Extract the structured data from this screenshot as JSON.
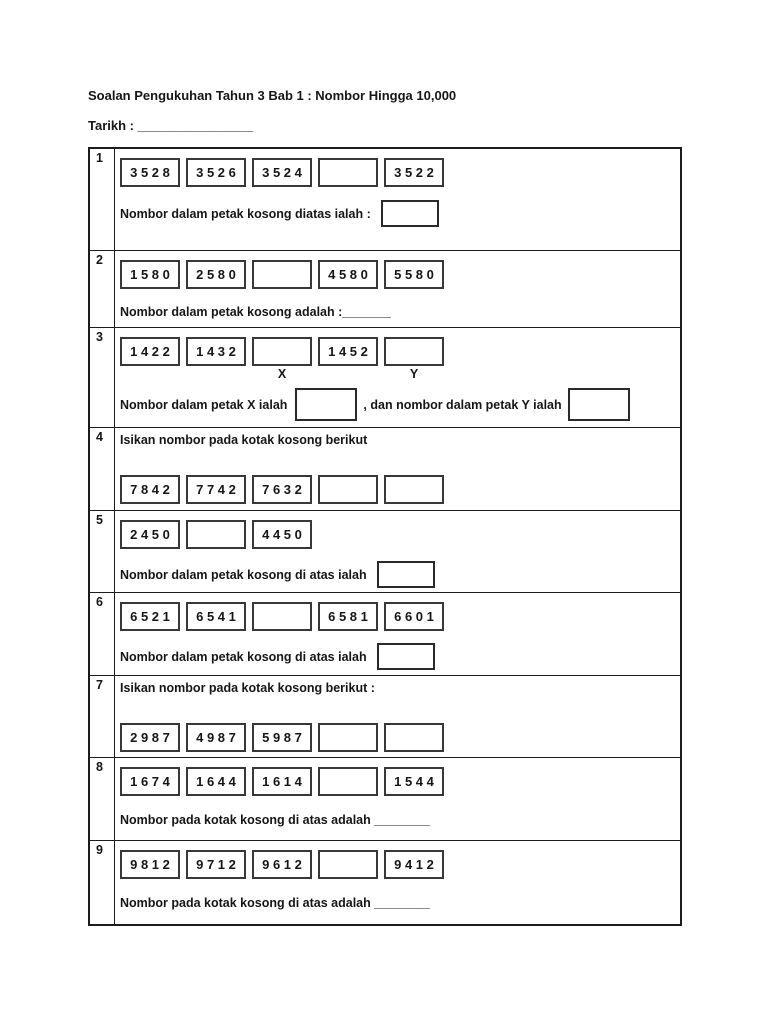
{
  "page": {
    "title": "Soalan Pengukuhan Tahun 3 Bab 1 : Nombor Hingga 10,000",
    "date_line": "Tarikh : ________________"
  },
  "questions": [
    {
      "number": "1",
      "boxes": [
        "3 5 2 8",
        "3 5 2 6",
        "3 5 2 4",
        "",
        "3 5 2 2"
      ],
      "prompt": "Nombor dalam petak kosong diatas ialah :"
    },
    {
      "number": "2",
      "boxes": [
        "1 5 8 0",
        "2 5 8 0",
        "",
        "4 5 8 0",
        "5 5 8 0"
      ],
      "prompt": "Nombor dalam petak kosong adalah :_______"
    },
    {
      "number": "3",
      "boxes": [
        "1 4 2 2",
        "1 4 3 2",
        "",
        "1 4 5 2",
        ""
      ],
      "box_labels": [
        "",
        "",
        "X",
        "",
        "Y"
      ],
      "prompt_part1": "Nombor dalam petak X ialah",
      "prompt_part2": ", dan nombor dalam petak Y ialah"
    },
    {
      "number": "4",
      "instruction": "Isikan nombor pada kotak kosong berikut",
      "boxes": [
        "7 8 4 2",
        "7 7 4 2",
        "7 6 3 2",
        "",
        ""
      ]
    },
    {
      "number": "5",
      "boxes": [
        "2 4 5 0",
        "",
        "4 4 5 0"
      ],
      "prompt": "Nombor dalam petak kosong di atas ialah"
    },
    {
      "number": "6",
      "boxes": [
        "6 5 2 1",
        "6 5 4 1",
        "",
        "6 5 8 1",
        "6 6 0 1"
      ],
      "prompt": "Nombor dalam petak kosong di atas ialah"
    },
    {
      "number": "7",
      "instruction": "Isikan nombor pada kotak kosong berikut :",
      "boxes": [
        "2 9 8 7",
        "4 9 8 7",
        "5 9 8 7",
        "",
        ""
      ]
    },
    {
      "number": "8",
      "boxes": [
        "1 6 7 4",
        "1 6 4 4",
        "1 6 1 4",
        "",
        "1 5 4 4"
      ],
      "prompt": "Nombor pada kotak kosong di atas adalah ________"
    },
    {
      "number": "9",
      "boxes": [
        "9 8 1 2",
        "9 7 1 2",
        "9 6 1 2",
        "",
        "9 4 1 2"
      ],
      "prompt": "Nombor pada kotak kosong di atas adalah ________"
    }
  ]
}
